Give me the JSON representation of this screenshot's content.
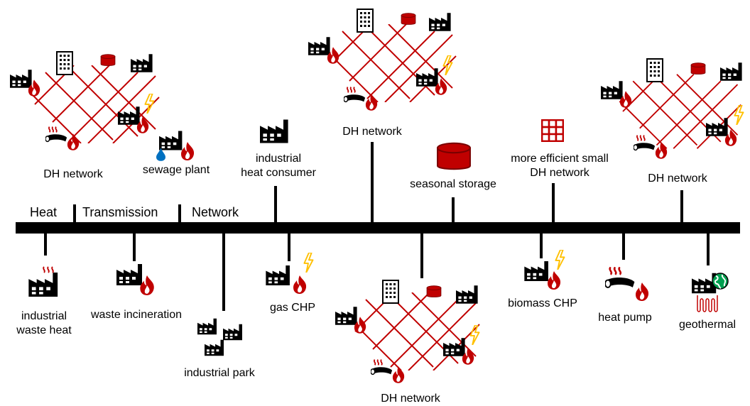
{
  "segments": {
    "heat": "Heat",
    "transmission": "Transmission",
    "network": "Network"
  },
  "labels": {
    "dh_network_1": "DH network",
    "sewage_plant": "sewage plant",
    "industrial_heat_consumer_1": "industrial",
    "industrial_heat_consumer_2": "heat consumer",
    "dh_network_2": "DH network",
    "seasonal_storage": "seasonal storage",
    "small_dh_1": "more efficient small",
    "small_dh_2": "DH network",
    "dh_network_3": "DH network",
    "industrial_waste_heat_1": "industrial",
    "industrial_waste_heat_2": "waste heat",
    "waste_incineration": "waste incineration",
    "industrial_park": "industrial park",
    "gas_chp": "gas CHP",
    "dh_network_4": "DH network",
    "biomass_chp": "biomass CHP",
    "heat_pump": "heat pump",
    "geothermal": "geothermal"
  },
  "colors": {
    "line": "#000000",
    "network_red": "#c00000",
    "lightning": "#ffc000",
    "water": "#0070c0",
    "globe": "#00a050"
  },
  "icons": [
    "factory-icon",
    "flame-icon",
    "building-icon",
    "storage-tank-icon",
    "lightning-icon",
    "heat-pump-icon",
    "water-drop-icon",
    "globe-icon",
    "grid-icon"
  ]
}
